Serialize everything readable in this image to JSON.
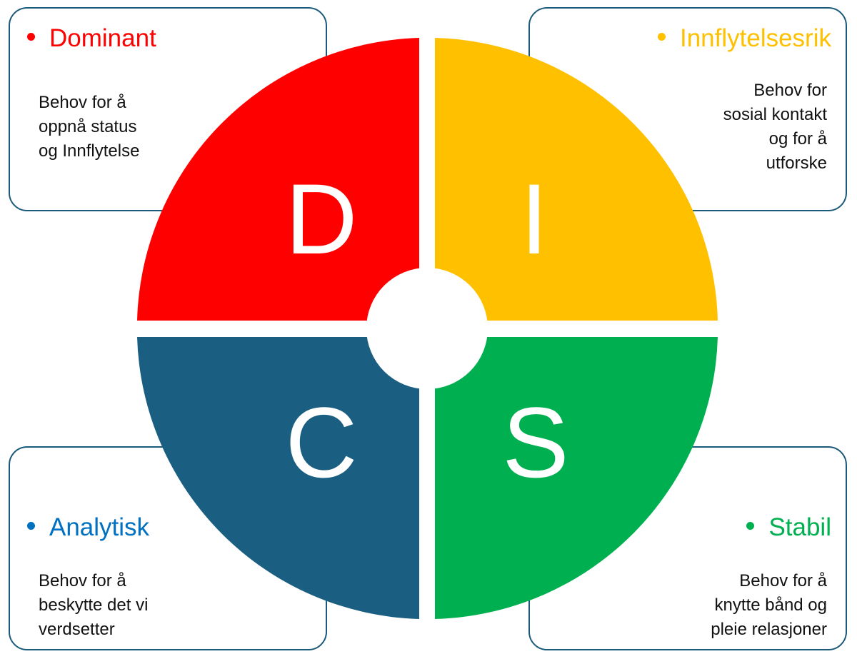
{
  "colors": {
    "dominant": "#FF0000",
    "influential": "#FFC000",
    "steady": "#00B050",
    "conscientious": "#1A5F82",
    "analytisk_title": "#0070C0",
    "border": "#1B5A7A"
  },
  "quadrants": {
    "d": {
      "letter": "D",
      "title": "Dominant",
      "lines": [
        "Behov for å",
        "oppnå status",
        "og Innflytelse"
      ]
    },
    "i": {
      "letter": "I",
      "title": "Innflytelsesrik",
      "lines": [
        "Behov for",
        "sosial kontakt",
        "og for å",
        "utforske"
      ]
    },
    "c": {
      "letter": "C",
      "title": "Analytisk",
      "lines": [
        "Behov for å",
        "beskytte det vi",
        "verdsetter"
      ]
    },
    "s": {
      "letter": "S",
      "title": "Stabil",
      "lines": [
        "Behov for å",
        "knytte bånd og",
        "pleie relasjoner"
      ]
    }
  }
}
